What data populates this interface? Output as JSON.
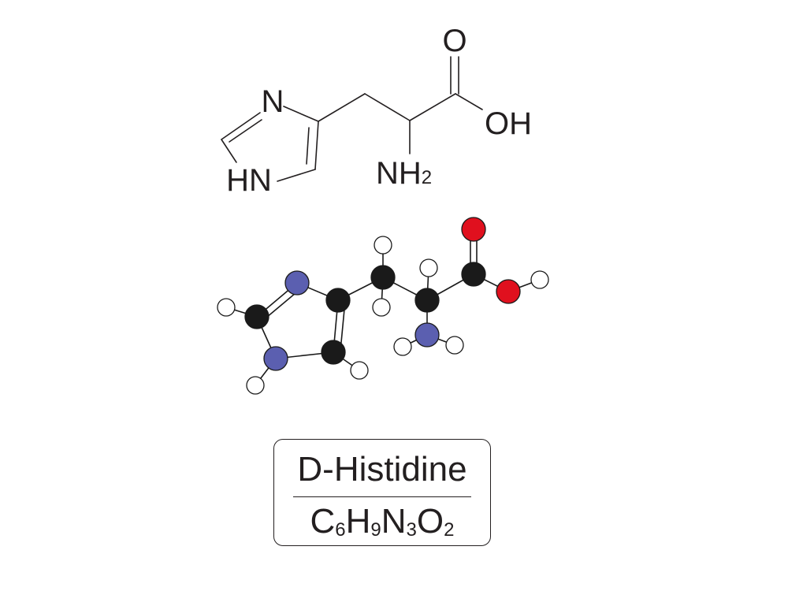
{
  "structural_formula": {
    "atom_labels": {
      "n_ring": "N",
      "hn_ring": "HN",
      "o_carbonyl": "O",
      "oh": "OH",
      "nh2_main": "NH",
      "nh2_sub": "2"
    }
  },
  "ball_and_stick": {
    "colors": {
      "carbon": "#1a1a1a",
      "hydrogen": "#ffffff",
      "nitrogen": "#5b5fb0",
      "oxygen": "#e0101e"
    }
  },
  "label": {
    "name": "D-Histidine",
    "formula": [
      {
        "el": "C",
        "n": "6"
      },
      {
        "el": "H",
        "n": "9"
      },
      {
        "el": "N",
        "n": "3"
      },
      {
        "el": "O",
        "n": "2"
      }
    ]
  }
}
